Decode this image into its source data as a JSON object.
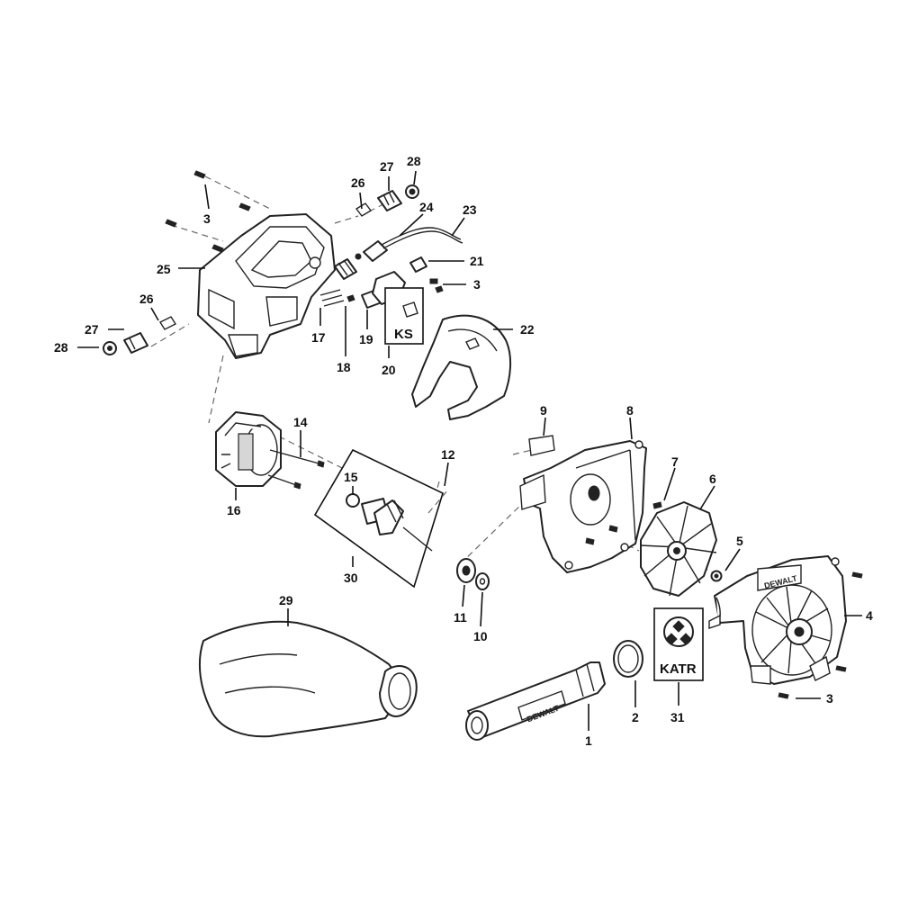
{
  "callouts": {
    "c1": "1",
    "c2": "2",
    "c3a": "3",
    "c3b": "3",
    "c3c": "3",
    "c4": "4",
    "c5": "5",
    "c6": "6",
    "c7": "7",
    "c8": "8",
    "c9": "9",
    "c10": "10",
    "c11": "11",
    "c12": "12",
    "c14": "14",
    "c15": "15",
    "c16": "16",
    "c17": "17",
    "c18": "18",
    "c19": "19",
    "c20": "20",
    "c21": "21",
    "c22": "22",
    "c23": "23",
    "c24": "24",
    "c25": "25",
    "c26a": "26",
    "c26b": "26",
    "c27a": "27",
    "c27b": "27",
    "c28a": "28",
    "c28b": "28",
    "c29": "29",
    "c30": "30",
    "c31": "31"
  },
  "boxes": {
    "ks": "KS",
    "katr": "KATR"
  },
  "brand": {
    "nozzle": "DEWALT",
    "housing": "DEWALT"
  },
  "colors": {
    "line": "#222222",
    "shade": "#d6d6d6",
    "background": "#ffffff"
  }
}
